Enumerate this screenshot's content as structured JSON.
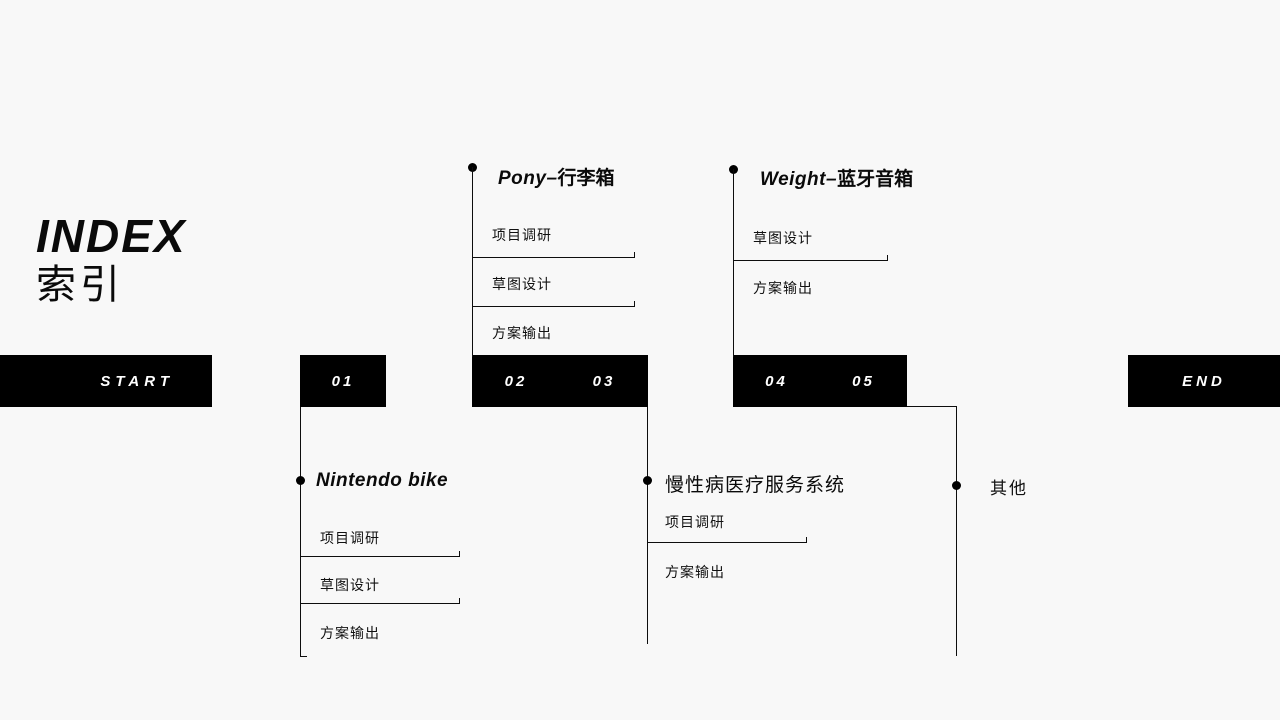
{
  "slide": {
    "background": "#f8f8f8",
    "ink": "#0d0d0d",
    "bar_fill": "#000000",
    "bar_text": "#ffffff"
  },
  "title": {
    "en": "INDEX",
    "cn": "索引"
  },
  "timeline": {
    "start_label": "START",
    "end_label": "END",
    "steps": [
      "01",
      "02",
      "03",
      "04",
      "05"
    ]
  },
  "groups": {
    "pony": {
      "title_en": "Pony",
      "title_sep": "–",
      "title_cn": "行李箱",
      "items": [
        "项目调研",
        "草图设计",
        "方案输出"
      ]
    },
    "weight": {
      "title_en": "Weight",
      "title_sep": "–",
      "title_cn": "蓝牙音箱",
      "items": [
        "草图设计",
        "方案输出"
      ]
    },
    "nintendo": {
      "title_en": "Nintendo bike",
      "items": [
        "项目调研",
        "草图设计",
        "方案输出"
      ]
    },
    "chronic": {
      "title_cn": "慢性病医疗服务系统",
      "items": [
        "项目调研",
        "方案输出"
      ]
    },
    "other": {
      "title_cn": "其他"
    }
  }
}
